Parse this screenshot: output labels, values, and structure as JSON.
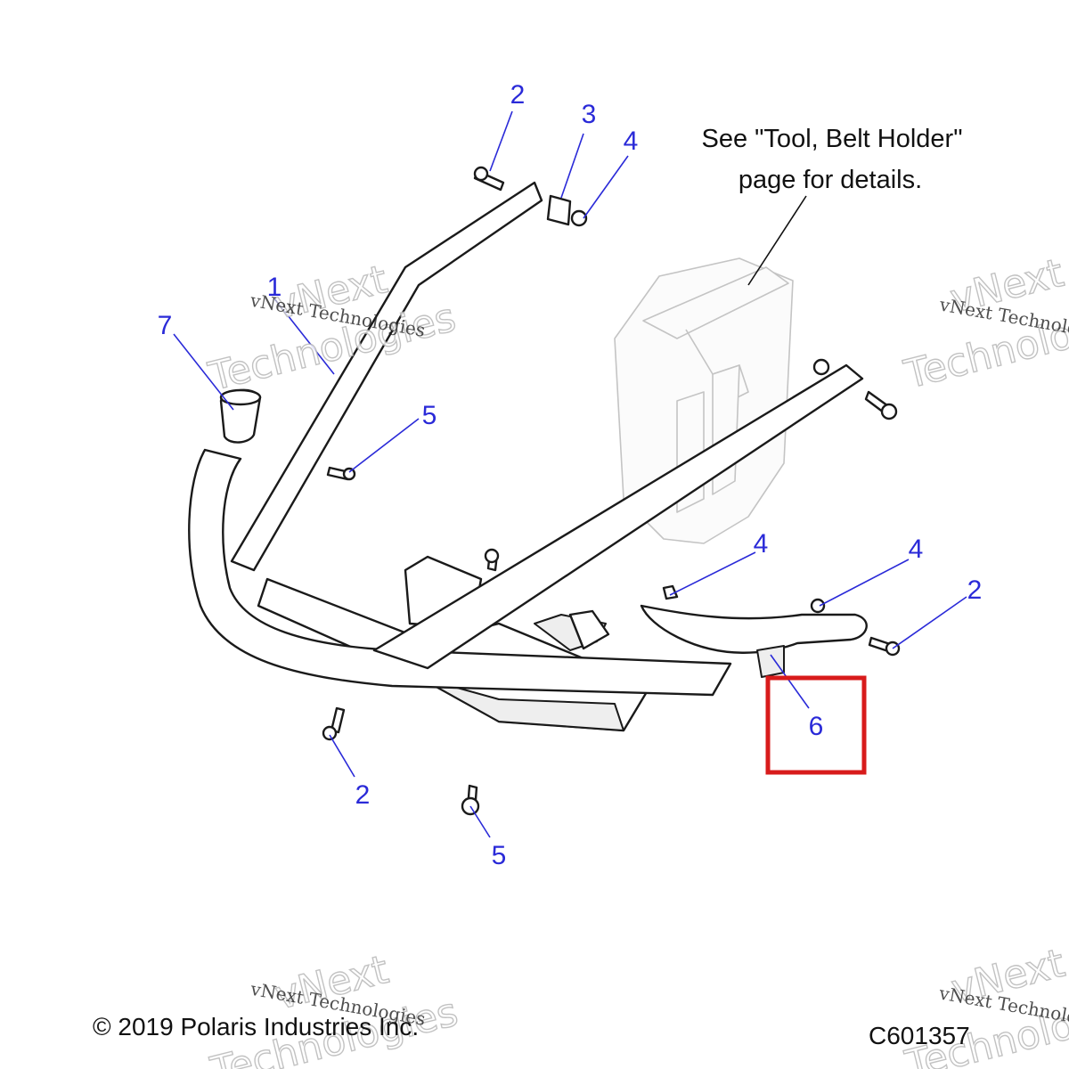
{
  "callouts": {
    "c1": "1",
    "c2_top": "2",
    "c3": "3",
    "c4_top": "4",
    "c5_mid": "5",
    "c7": "7",
    "c4_mid": "4",
    "c4_right": "4",
    "c2_right": "2",
    "c6": "6",
    "c2_bottom": "2",
    "c5_bottom": "5"
  },
  "note": {
    "line1": "See \"Tool, Belt Holder\"",
    "line2": "page for details."
  },
  "footer": {
    "copyright": "© 2019 Polaris Industries Inc.",
    "drawing_number": "C601357"
  },
  "watermark": {
    "small": "vNext Technologies",
    "big_line1": "vNext",
    "big_line2": "Technologies"
  },
  "colors": {
    "callout": "#2a2ad8",
    "highlight": "#d81b1b"
  }
}
